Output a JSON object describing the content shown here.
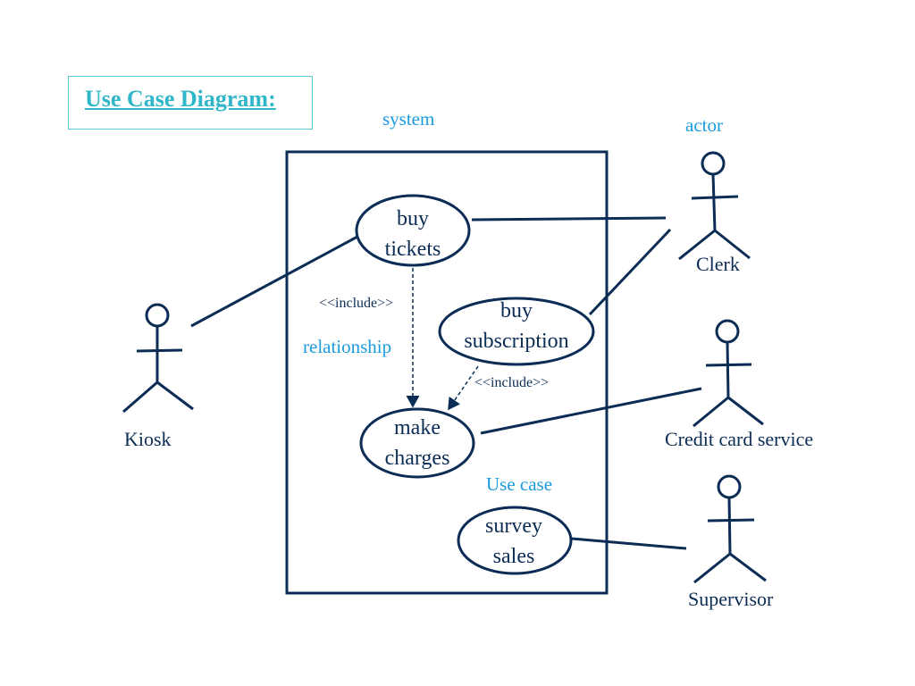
{
  "title": "Use Case Diagram:",
  "annotations": {
    "system": "system",
    "actor": "actor",
    "relationship": "relationship",
    "use_case": "Use case"
  },
  "actors": {
    "kiosk": "Kiosk",
    "clerk": "Clerk",
    "credit_card_service": "Credit card service",
    "supervisor": "Supervisor"
  },
  "use_cases": {
    "buy_tickets": [
      "buy",
      "tickets"
    ],
    "buy_subscription": [
      "buy",
      "subscription"
    ],
    "make_charges": [
      "make",
      "charges"
    ],
    "survey_sales": [
      "survey",
      "sales"
    ]
  },
  "relationships": {
    "include_1": "<<include>>",
    "include_2": "<<include>>"
  },
  "colors": {
    "stroke": "#0b2c55",
    "annotation": "#1a9be0",
    "title": "#2fb7c9"
  }
}
